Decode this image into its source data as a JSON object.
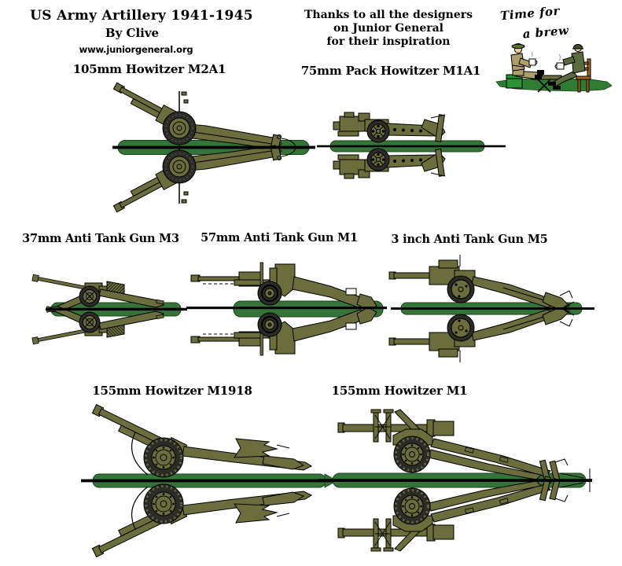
{
  "header": {
    "title": "US Army Artillery 1941-1945",
    "byline": "By Clive",
    "website": "www.juniorgeneral.org",
    "thanks": [
      "Thanks to all the designers",
      "on Junior General",
      "for their inspiration"
    ],
    "brew_caption": [
      "Time for",
      "a brew"
    ]
  },
  "units": [
    {
      "id": "105mm-howitzer-m2a1",
      "label": "105mm Howitzer M2A1"
    },
    {
      "id": "75mm-pack-howitzer-m1a1",
      "label": "75mm Pack Howitzer M1A1"
    },
    {
      "id": "37mm-anti-tank-gun-m3",
      "label": "37mm Anti Tank Gun M3"
    },
    {
      "id": "57mm-anti-tank-gun-m1",
      "label": "57mm Anti Tank Gun M1"
    },
    {
      "id": "3-inch-anti-tank-gun-m5",
      "label": "3 inch Anti Tank Gun M5"
    },
    {
      "id": "155mm-howitzer-m1918",
      "label": "155mm Howitzer M1918"
    },
    {
      "id": "155mm-howitzer-m1",
      "label": "155mm Howitzer M1"
    }
  ],
  "colors": {
    "background": "#ffffff",
    "text": "#000000",
    "gun_olive": "#6b6d3c",
    "tire_dark": "#2b2b28",
    "fold_bar_green": "#357439",
    "crate_green": "#2a9235",
    "ground_green": "#2e7d32",
    "uniform_tan": "#ad9e6a",
    "uniform_olive": "#5b6b3e",
    "skin": "#f0c8a0",
    "chair_brown": "#a8621c",
    "helmet_green": "#57742f",
    "helmet_dark_olive": "#3e4e26"
  }
}
